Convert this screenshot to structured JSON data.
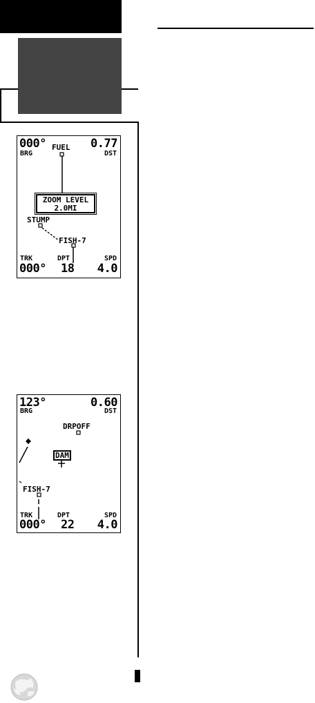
{
  "screen1": {
    "bearing_value": "000°",
    "bearing_label": "BRG",
    "distance_value": "0.77",
    "distance_label": "DST",
    "waypoint_fuel": "FUEL",
    "zoom_title": "ZOOM LEVEL",
    "zoom_value": "2.0MI",
    "waypoint_stump": "STUMP",
    "waypoint_fish": "FISH-7",
    "track_label": "TRK",
    "track_value": "000°",
    "depth_label": "DPT",
    "depth_value": "18",
    "speed_label": "SPD",
    "speed_value": "4.0"
  },
  "screen2": {
    "bearing_value": "123°",
    "bearing_label": "BRG",
    "distance_value": "0.60",
    "distance_label": "DST",
    "waypoint_drpoff": "DRPOFF",
    "waypoint_dam": "DAM",
    "waypoint_fish": "FISH-7",
    "track_label": "TRK",
    "track_value": "000°",
    "depth_label": "DPT",
    "depth_value": "22",
    "speed_label": "SPD",
    "speed_value": "4.0"
  },
  "icons": {
    "logo": "globe-logo-icon",
    "position": "boat-position-icon"
  }
}
